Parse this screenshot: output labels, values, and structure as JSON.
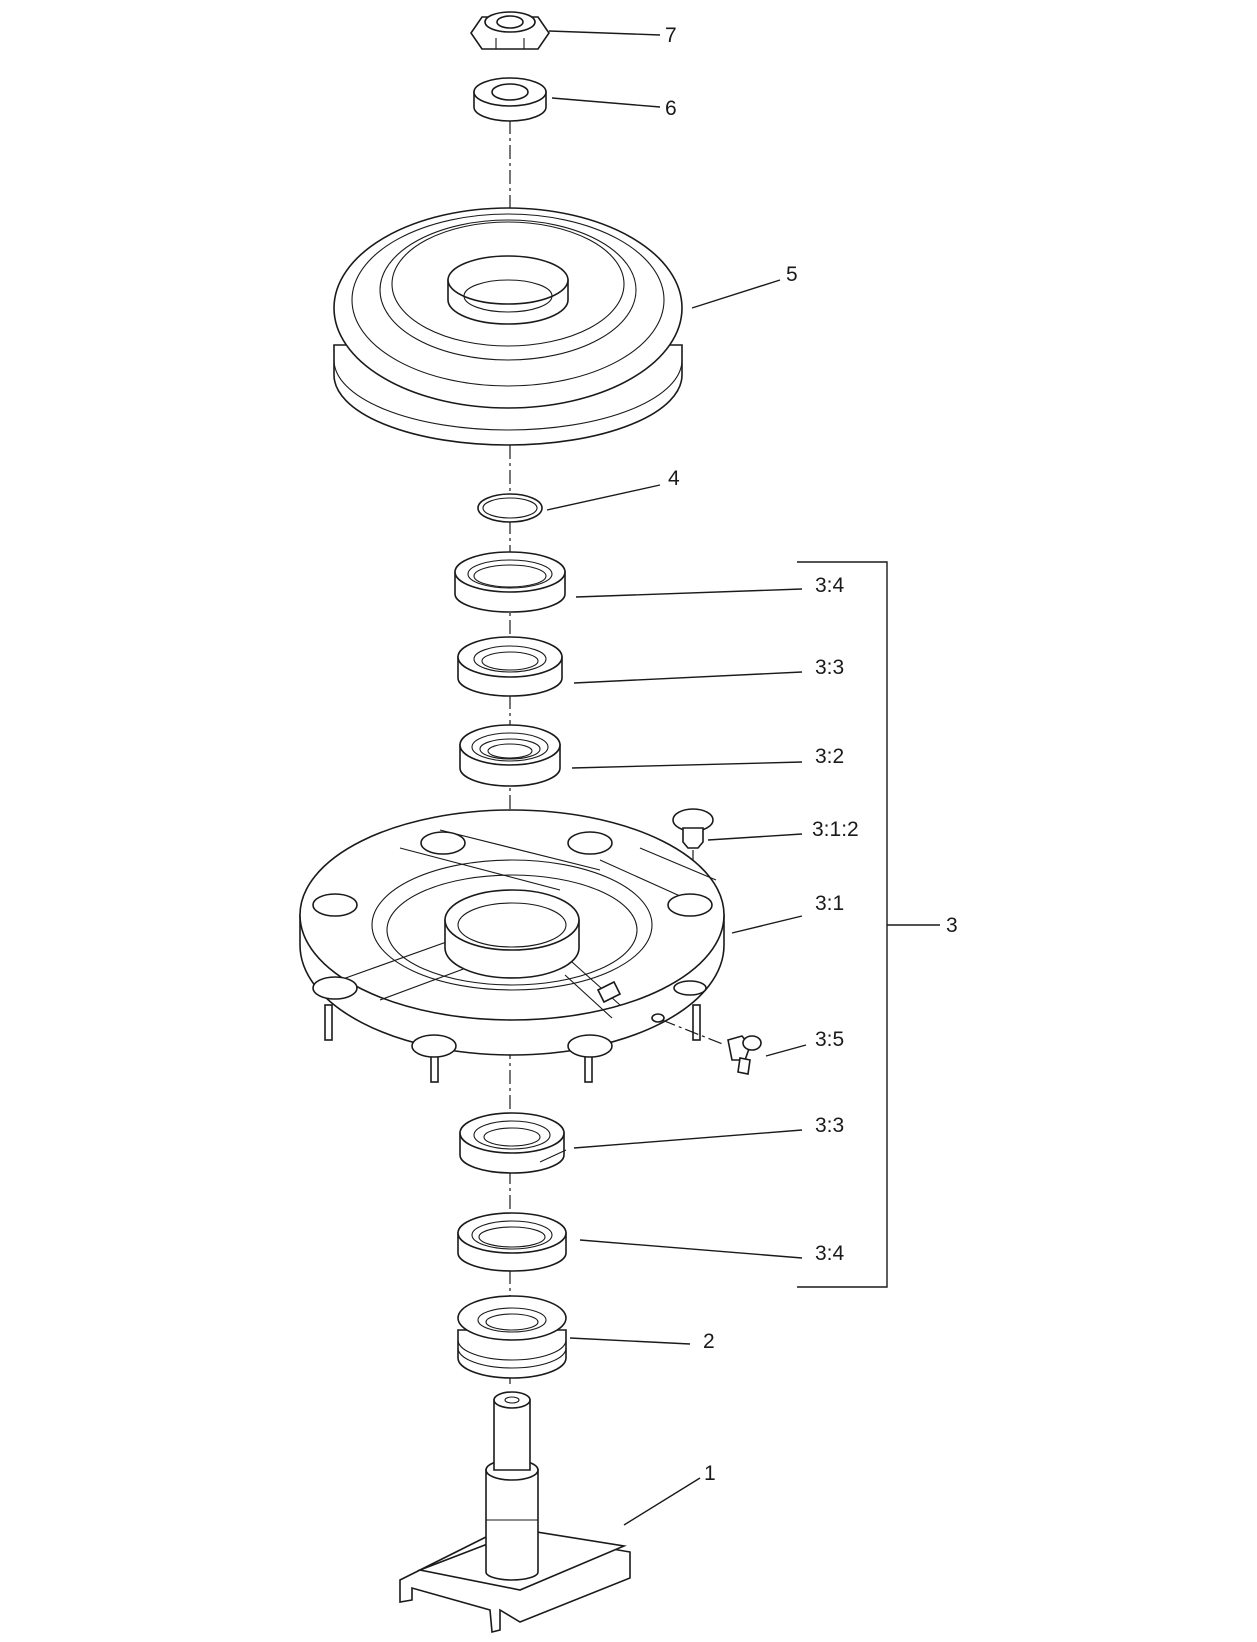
{
  "diagram": {
    "callouts": {
      "c7": "7",
      "c6": "6",
      "c5": "5",
      "c4": "4",
      "c3_4_top": "3:4",
      "c3_3_top": "3:3",
      "c3_2": "3:2",
      "c3_1_2": "3:1:2",
      "c3_1": "3:1",
      "c3": "3",
      "c3_5": "3:5",
      "c3_3_bottom": "3:3",
      "c3_4_bottom": "3:4",
      "c2": "2",
      "c1": "1"
    }
  }
}
